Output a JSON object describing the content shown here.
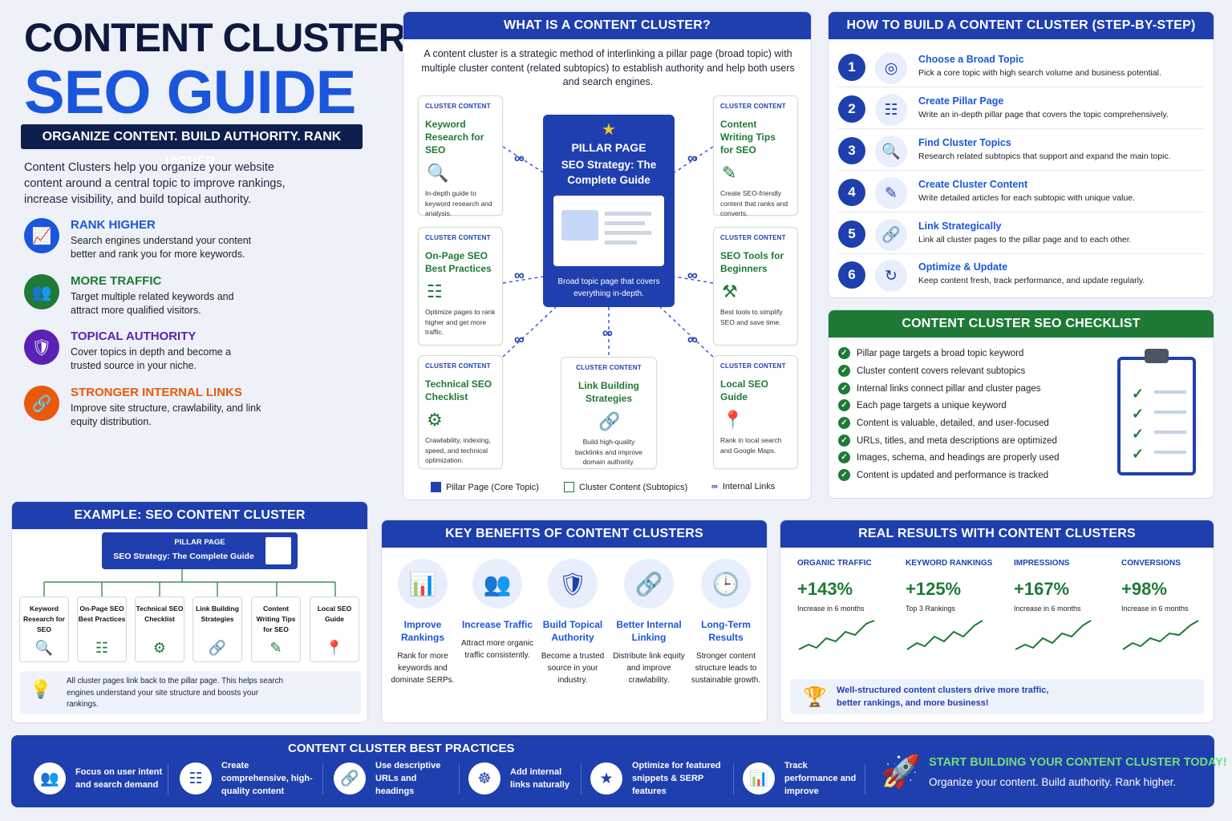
{
  "title": {
    "line1": "CONTENT CLUSTER",
    "line2": "SEO GUIDE",
    "tagline": "ORGANIZE CONTENT. BUILD AUTHORITY. RANK HIGHER.",
    "intro": "Content Clusters help you organize your website content around a central topic to improve rankings, increase visibility, and build topical authority."
  },
  "features": [
    {
      "title": "RANK HIGHER",
      "desc": "Search engines understand your content better and rank you for more keywords.",
      "color": "#1a56db",
      "icon": "bar-chart-icon"
    },
    {
      "title": "MORE TRAFFIC",
      "desc": "Target multiple related keywords and attract more qualified visitors.",
      "color": "#1e7a35",
      "icon": "users-icon"
    },
    {
      "title": "TOPICAL AUTHORITY",
      "desc": "Cover topics in depth and become a trusted source in your niche.",
      "color": "#5b21b6",
      "icon": "shield-icon"
    },
    {
      "title": "STRONGER INTERNAL LINKS",
      "desc": "Improve site structure, crawlability, and link equity distribution.",
      "color": "#ea580c",
      "icon": "link-icon"
    }
  ],
  "what": {
    "heading": "WHAT IS A CONTENT CLUSTER?",
    "intro": "A content cluster is a strategic method of interlinking a pillar page (broad topic) with multiple cluster content (related subtopics) to establish authority and help both users and search engines.",
    "pillar": {
      "label": "PILLAR PAGE",
      "title": "SEO Strategy: The Complete Guide",
      "desc": "Broad topic page that covers everything in-depth."
    },
    "cluster_label": "CLUSTER CONTENT",
    "clusters": [
      {
        "name": "Keyword Research for SEO",
        "desc": "In-depth guide to keyword research and analysis.",
        "icon": "search-icon"
      },
      {
        "name": "Content Writing Tips for SEO",
        "desc": "Create SEO-friendly content that ranks and converts.",
        "icon": "pen-icon"
      },
      {
        "name": "On-Page SEO Best Practices",
        "desc": "Optimize pages to rank higher and get more traffic.",
        "icon": "checklist-icon"
      },
      {
        "name": "SEO Tools for Beginners",
        "desc": "Best tools to simplify SEO and save time.",
        "icon": "tools-icon"
      },
      {
        "name": "Technical SEO Checklist",
        "desc": "Crawlability, indexing, speed, and technical optimization.",
        "icon": "gear-icon"
      },
      {
        "name": "Link Building Strategies",
        "desc": "Build high-quality backlinks and improve domain authority.",
        "icon": "link-icon"
      },
      {
        "name": "Local SEO Guide",
        "desc": "Rank in local search and Google Maps.",
        "icon": "map-pin-icon"
      }
    ],
    "legend": [
      "Pillar Page (Core Topic)",
      "Cluster Content (Subtopics)",
      "Internal Links"
    ]
  },
  "how": {
    "heading": "HOW TO BUILD A CONTENT CLUSTER (STEP-BY-STEP)",
    "steps": [
      {
        "n": "1",
        "title": "Choose a Broad Topic",
        "desc": "Pick a core topic with high search volume and business potential.",
        "icon": "target-icon"
      },
      {
        "n": "2",
        "title": "Create Pillar Page",
        "desc": "Write an in-depth pillar page that covers the topic comprehensively.",
        "icon": "document-icon"
      },
      {
        "n": "3",
        "title": "Find Cluster Topics",
        "desc": "Research related subtopics that support and expand the main topic.",
        "icon": "search-icon"
      },
      {
        "n": "4",
        "title": "Create Cluster Content",
        "desc": "Write detailed articles for each subtopic with unique value.",
        "icon": "pencil-icon"
      },
      {
        "n": "5",
        "title": "Link Strategically",
        "desc": "Link all cluster pages to the pillar page and to each other.",
        "icon": "link-icon"
      },
      {
        "n": "6",
        "title": "Optimize & Update",
        "desc": "Keep content fresh, track performance, and update regularly.",
        "icon": "refresh-icon"
      }
    ]
  },
  "checklist": {
    "heading": "CONTENT CLUSTER SEO CHECKLIST",
    "items": [
      "Pillar page targets a broad topic keyword",
      "Cluster content covers relevant subtopics",
      "Internal links connect pillar and cluster pages",
      "Each page targets a unique keyword",
      "Content is valuable, detailed, and user-focused",
      "URLs, titles, and meta descriptions are optimized",
      "Images, schema, and headings are properly used",
      "Content is updated and performance is tracked"
    ]
  },
  "example": {
    "heading": "EXAMPLE: SEO CONTENT CLUSTER",
    "pillar_label": "PILLAR PAGE",
    "pillar_title": "SEO Strategy: The Complete Guide",
    "boxes": [
      {
        "name": "Keyword Research for SEO",
        "icon": "search-icon"
      },
      {
        "name": "On-Page SEO Best Practices",
        "icon": "checklist-icon"
      },
      {
        "name": "Technical SEO Checklist",
        "icon": "gear-icon"
      },
      {
        "name": "Link Building Strategies",
        "icon": "link-icon"
      },
      {
        "name": "Content Writing Tips for SEO",
        "icon": "pen-icon"
      },
      {
        "name": "Local SEO Guide",
        "icon": "map-pin-icon"
      }
    ],
    "note": "All cluster pages link back to the pillar page. This helps search engines understand your site structure and boosts your rankings."
  },
  "benefits": {
    "heading": "KEY BENEFITS OF CONTENT CLUSTERS",
    "items": [
      {
        "title": "Improve Rankings",
        "desc": "Rank for more keywords and dominate SERPs.",
        "icon": "bar-chart-icon"
      },
      {
        "title": "Increase Traffic",
        "desc": "Attract more organic traffic consistently.",
        "icon": "users-icon"
      },
      {
        "title": "Build Topical Authority",
        "desc": "Become a trusted source in your industry.",
        "icon": "shield-icon"
      },
      {
        "title": "Better Internal Linking",
        "desc": "Distribute link equity and improve crawlability.",
        "icon": "link-icon"
      },
      {
        "title": "Long-Term Results",
        "desc": "Stronger content structure leads to sustainable growth.",
        "icon": "clock-icon"
      }
    ]
  },
  "results": {
    "heading": "REAL RESULTS WITH CONTENT CLUSTERS",
    "items": [
      {
        "label": "ORGANIC TRAFFIC",
        "value": "+143%",
        "desc": "Increase in 6 months"
      },
      {
        "label": "KEYWORD RANKINGS",
        "value": "+125%",
        "desc": "Top 3 Rankings"
      },
      {
        "label": "IMPRESSIONS",
        "value": "+167%",
        "desc": "Increase in 6 months"
      },
      {
        "label": "CONVERSIONS",
        "value": "+98%",
        "desc": "Increase in 6 months"
      }
    ],
    "note": "Well-structured content clusters drive more traffic, better rankings, and more business!"
  },
  "best": {
    "heading": "CONTENT CLUSTER BEST PRACTICES",
    "items": [
      {
        "text": "Focus on user intent and search demand",
        "icon": "users-icon"
      },
      {
        "text": "Create comprehensive, high-quality content",
        "icon": "document-icon"
      },
      {
        "text": "Use descriptive URLs and headings",
        "icon": "link-icon"
      },
      {
        "text": "Add internal links naturally",
        "icon": "network-icon"
      },
      {
        "text": "Optimize for featured snippets & SERP features",
        "icon": "star-icon"
      },
      {
        "text": "Track performance and improve",
        "icon": "bar-chart-icon"
      }
    ],
    "cta_title": "START BUILDING YOUR CONTENT CLUSTER TODAY!",
    "cta_sub": "Organize your content. Build authority. Rank higher."
  }
}
